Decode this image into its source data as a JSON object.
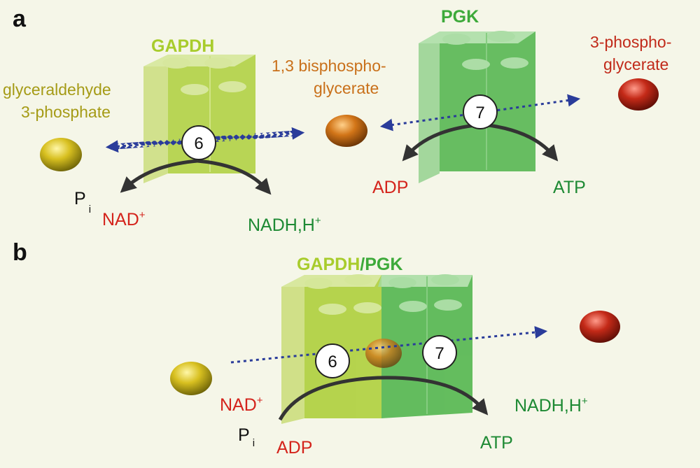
{
  "panel_a": {
    "label": "a",
    "enzyme1": "GAPDH",
    "enzyme2": "PGK",
    "substrate_line1": "glyceraldehyde",
    "substrate_line2": "3-phosphate",
    "intermediate_line1": "1,3 bisphospho-",
    "intermediate_line2": "glycerate",
    "product_line1": "3-phospho-",
    "product_line2": "glycerate",
    "step6": "6",
    "step7": "7",
    "pi_main": "P",
    "pi_sub": "i",
    "nad": "NAD",
    "nadh": "NADH,H",
    "adp": "ADP",
    "atp": "ATP",
    "plus": "+"
  },
  "panel_b": {
    "label": "b",
    "title_part1": "GAPDH",
    "title_sep": "/",
    "title_part2": "PGK",
    "step6": "6",
    "step7": "7",
    "nad": "NAD",
    "nadh": "NADH,H",
    "pi_main": "P",
    "pi_sub": "i",
    "adp": "ADP",
    "atp": "ATP",
    "plus": "+"
  },
  "colors": {
    "background": "#f5f6e8",
    "gapdh": "#a8cc2c",
    "pgk": "#3daa3a",
    "substrate": "#a59b16",
    "intermediate": "#c9701a",
    "product": "#c12a1a",
    "cofactor_red": "#d4241c",
    "cofactor_green": "#1e8a34",
    "flux_arrow": "#2a3c9a",
    "reaction_arrow": "#333333"
  }
}
